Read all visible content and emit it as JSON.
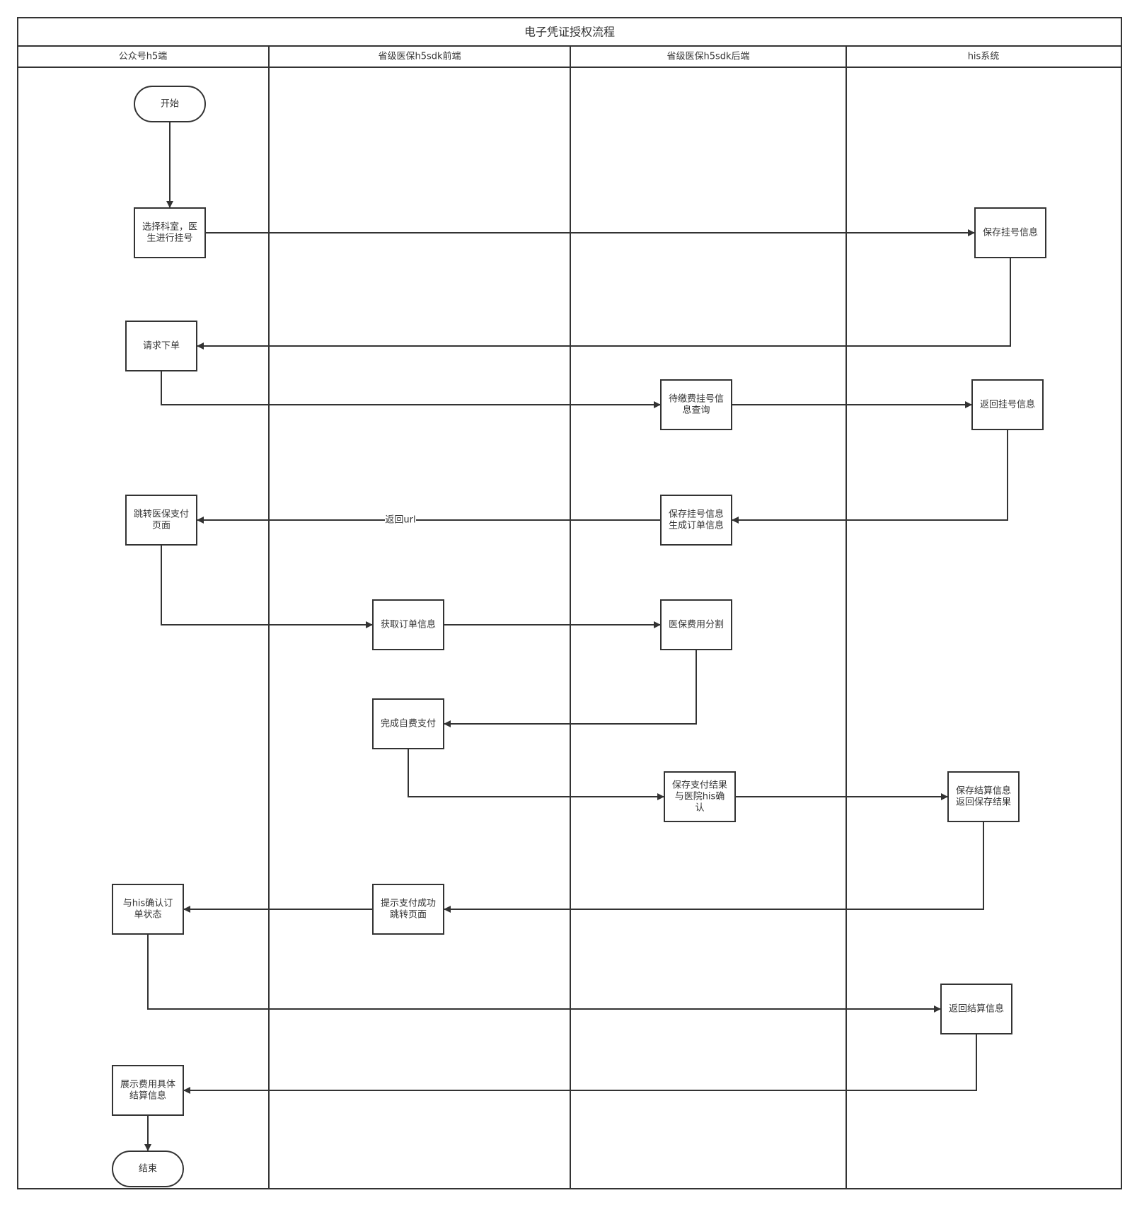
{
  "title": "电子凭证授权流程",
  "colors": {
    "stroke": "#333333",
    "background": "#ffffff",
    "text": "#333333"
  },
  "lanes": [
    {
      "id": "h5",
      "label": "公众号h5端"
    },
    {
      "id": "fe",
      "label": "省级医保h5sdk前端"
    },
    {
      "id": "be",
      "label": "省级医保h5sdk后端"
    },
    {
      "id": "his",
      "label": "his系统"
    }
  ],
  "nodes": [
    {
      "id": "start",
      "shape": "terminal",
      "lines": [
        "开始"
      ]
    },
    {
      "id": "select",
      "shape": "process",
      "lines": [
        "选择科室，医",
        "生进行挂号"
      ]
    },
    {
      "id": "saveReg",
      "shape": "process",
      "lines": [
        "保存挂号信息"
      ]
    },
    {
      "id": "order",
      "shape": "process",
      "lines": [
        "请求下单"
      ]
    },
    {
      "id": "query",
      "shape": "process",
      "lines": [
        "待缴费挂号信",
        "息查询"
      ]
    },
    {
      "id": "retReg",
      "shape": "process",
      "lines": [
        "返回挂号信息"
      ]
    },
    {
      "id": "jump",
      "shape": "process",
      "lines": [
        "跳转医保支付",
        "页面"
      ]
    },
    {
      "id": "saveOrder",
      "shape": "process",
      "lines": [
        "保存挂号信息",
        "生成订单信息"
      ]
    },
    {
      "id": "getOrder",
      "shape": "process",
      "lines": [
        "获取订单信息"
      ]
    },
    {
      "id": "split",
      "shape": "process",
      "lines": [
        "医保费用分割"
      ]
    },
    {
      "id": "selfpay",
      "shape": "process",
      "lines": [
        "完成自费支付"
      ]
    },
    {
      "id": "savePay",
      "shape": "process",
      "lines": [
        "保存支付结果",
        "与医院his确",
        "认"
      ]
    },
    {
      "id": "saveSettle",
      "shape": "process",
      "lines": [
        "保存结算信息",
        "返回保存结果"
      ]
    },
    {
      "id": "tip",
      "shape": "process",
      "lines": [
        "提示支付成功",
        "跳转页面"
      ]
    },
    {
      "id": "confirm",
      "shape": "process",
      "lines": [
        "与his确认订",
        "单状态"
      ]
    },
    {
      "id": "retSettle",
      "shape": "process",
      "lines": [
        "返回结算信息"
      ]
    },
    {
      "id": "show",
      "shape": "process",
      "lines": [
        "展示费用具体",
        "结算信息"
      ]
    },
    {
      "id": "end",
      "shape": "terminal",
      "lines": [
        "结束"
      ]
    }
  ],
  "edges": [
    {
      "from": "start",
      "to": "select",
      "label": ""
    },
    {
      "from": "select",
      "to": "saveReg",
      "label": ""
    },
    {
      "from": "saveReg",
      "to": "order",
      "label": ""
    },
    {
      "from": "order",
      "to": "query",
      "label": ""
    },
    {
      "from": "query",
      "to": "retReg",
      "label": ""
    },
    {
      "from": "retReg",
      "to": "saveOrder",
      "label": ""
    },
    {
      "from": "saveOrder",
      "to": "jump",
      "label": "返回url"
    },
    {
      "from": "jump",
      "to": "getOrder",
      "label": ""
    },
    {
      "from": "getOrder",
      "to": "split",
      "label": ""
    },
    {
      "from": "split",
      "to": "selfpay",
      "label": ""
    },
    {
      "from": "selfpay",
      "to": "savePay",
      "label": ""
    },
    {
      "from": "savePay",
      "to": "saveSettle",
      "label": ""
    },
    {
      "from": "saveSettle",
      "to": "tip",
      "label": ""
    },
    {
      "from": "tip",
      "to": "confirm",
      "label": ""
    },
    {
      "from": "confirm",
      "to": "retSettle",
      "label": ""
    },
    {
      "from": "retSettle",
      "to": "show",
      "label": ""
    },
    {
      "from": "show",
      "to": "end",
      "label": ""
    }
  ]
}
